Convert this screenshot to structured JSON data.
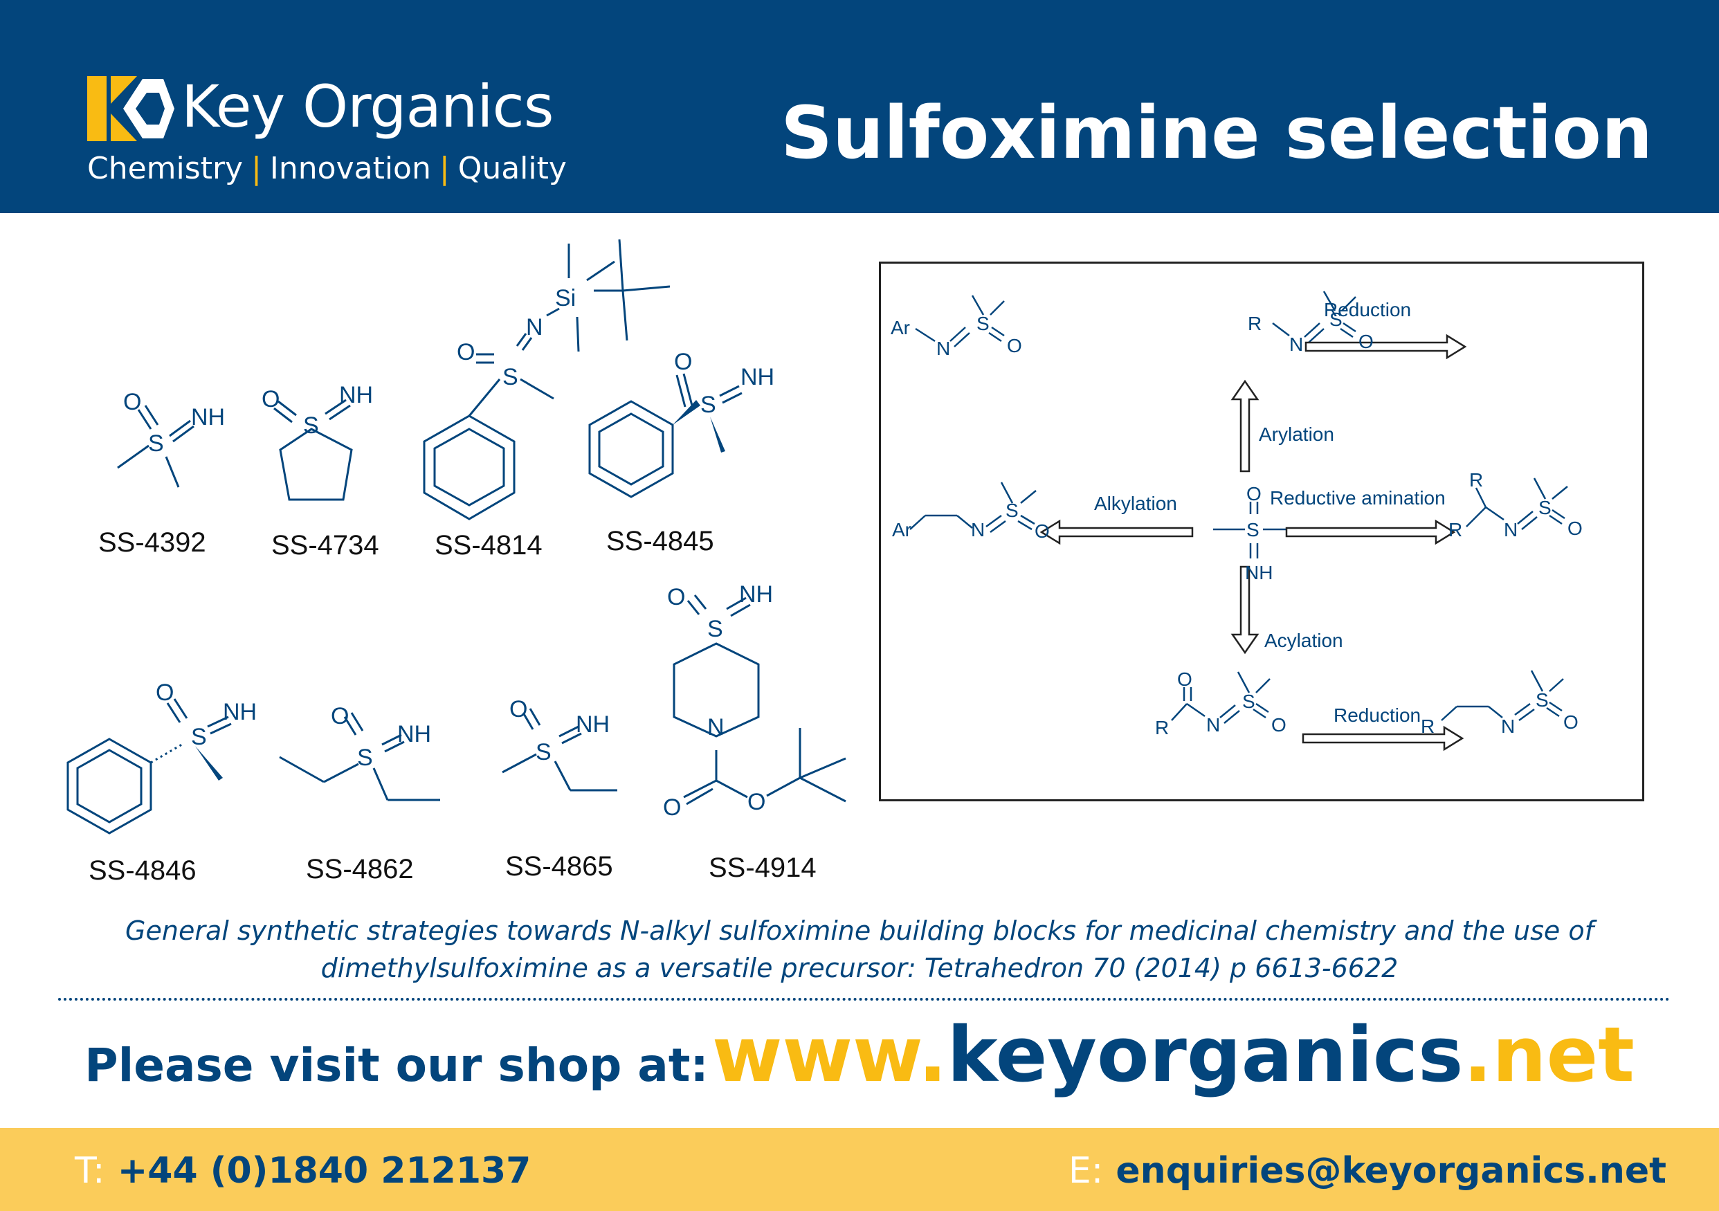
{
  "header": {
    "brand_name": "Key Organics",
    "tagline": [
      "Chemistry",
      "Innovation",
      "Quality"
    ],
    "title": "Sulfoximine selection"
  },
  "compounds": [
    "SS-4392",
    "SS-4734",
    "SS-4814",
    "SS-4845",
    "SS-4846",
    "SS-4862",
    "SS-4865",
    "SS-4914"
  ],
  "scheme": {
    "reduction": "Reduction",
    "arylation": "Arylation",
    "alkylation": "Alkylation",
    "reductive_amination": "Reductive amination",
    "acylation": "Acylation"
  },
  "citation": {
    "line1": "General synthetic strategies towards N-alkyl sulfoximine building blocks for medicinal chemistry and the use of",
    "line2": "dimethylsulfoximine as a versatile precursor: Tetrahedron 70 (2014) p 6613-6622"
  },
  "visit": {
    "label": "Please visit our shop at:",
    "url_prefix": "www.",
    "url_domain": "keyorganics",
    "url_suffix": ".net"
  },
  "footer": {
    "phone_label": "T:",
    "phone": "+44 (0)1840 212137",
    "email_label": "E:",
    "email": "enquiries@keyorganics.net"
  },
  "colors": {
    "navy": "#03457c",
    "yellow": "#f9bb13",
    "footer_band": "#fbcc5a"
  }
}
